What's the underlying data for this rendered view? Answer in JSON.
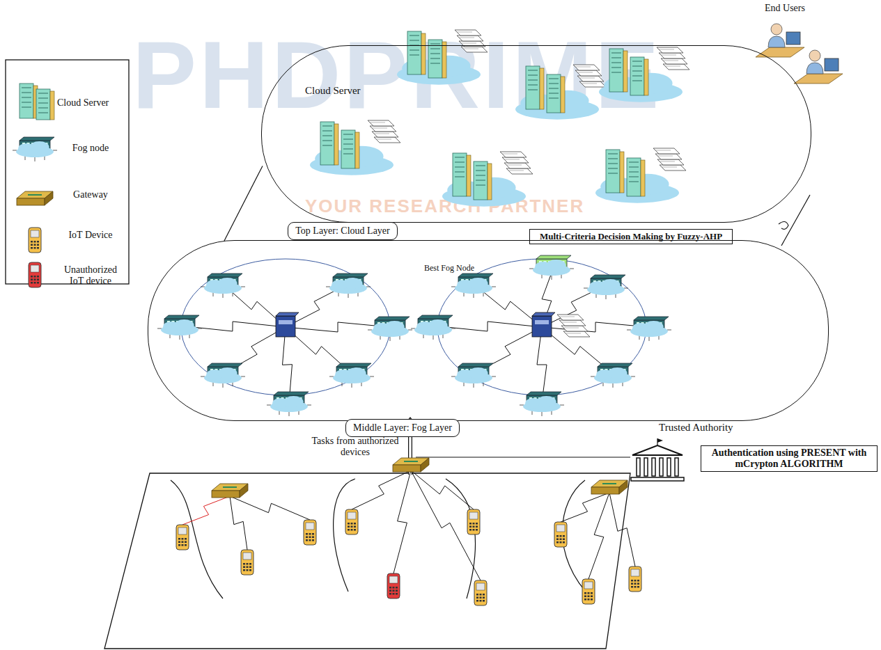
{
  "diagram": {
    "nodes": [
      {
        "text": [
          "Cloud Server"
        ]
      },
      {
        "text": [
          "Top Layer: Cloud Layer"
        ]
      },
      {
        "text": [
          "Multi-Criteria Decision Making by Fuzzy-AHP"
        ]
      },
      {
        "text": [
          "Best Fog Node"
        ]
      },
      {
        "text": [
          "Middle Layer: Fog Layer"
        ]
      },
      {
        "text": [
          "Trusted Authority",
          "Authentication using PRESENT with mCrypton ALGORITHM"
        ]
      }
    ],
    "edges": [
      {
        "from": 3,
        "to": 0,
        "arrow": "none"
      }
    ],
    "labels": [
      "PHDPRIME",
      "YOUR RESEARCH PARTNER",
      "End Users",
      "Tasks from authorized devices"
    ],
    "legend": [
      {
        "text": "Cloud Server"
      },
      {
        "text": "Fog node"
      },
      {
        "text": "Gateway"
      },
      {
        "text": "IoT Device"
      },
      {
        "text": "Unauthorized IoT device"
      }
    ]
  }
}
